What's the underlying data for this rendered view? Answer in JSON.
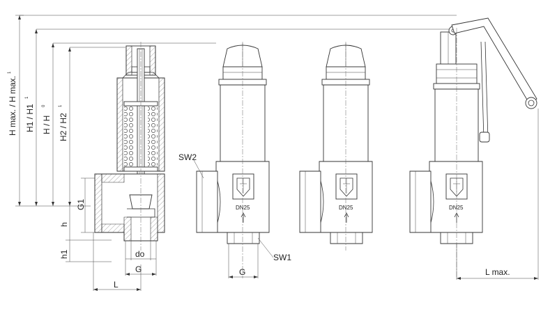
{
  "dimensions": {
    "h_max": "H max. / H max.",
    "h1_label": "H1 / H1",
    "h_label": "H / H",
    "h2_label": "H2 / H2",
    "g1": "G1",
    "h": "h",
    "h1": "h1",
    "do": "do",
    "g_left": "G",
    "l": "L",
    "g_mid": "G",
    "l_max": "L max."
  },
  "footnotes": {
    "h_max_sup": "1",
    "h1_sup": "1",
    "h_sup": "0",
    "h2_sup": "1"
  },
  "labels": {
    "sw2": "SW2",
    "sw1": "SW1",
    "dn_1": "DN25",
    "dn_2": "DN25",
    "dn_3": "DN25"
  }
}
